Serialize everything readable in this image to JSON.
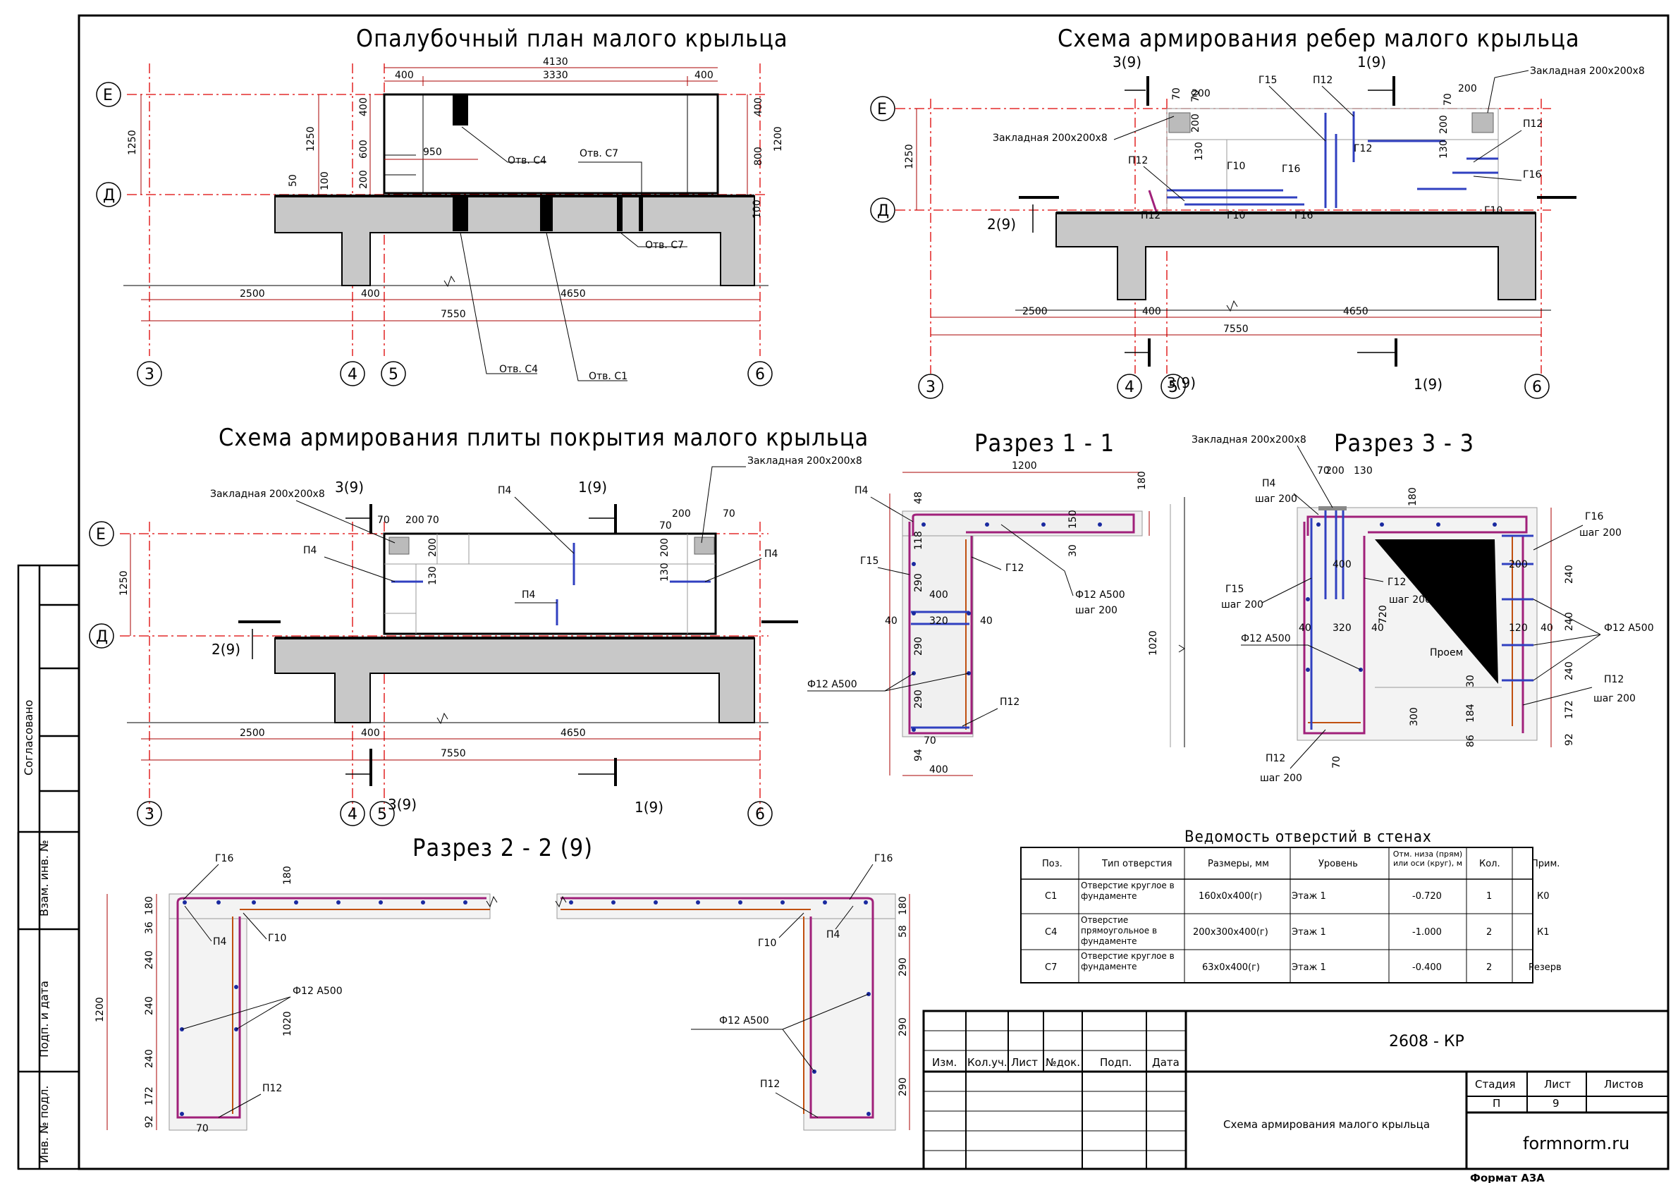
{
  "titles": {
    "t1": "Опалубочный план малого крыльца",
    "t2": "Схема армирования ребер малого крыльца",
    "t3": "Схема армирования плиты покрытия малого крыльца",
    "t4": "Разрез 1 - 1",
    "t5": "Разрез 3 - 3",
    "t6": "Разрез 2 - 2 (9)"
  },
  "axes": {
    "e": "Е",
    "d": "Д",
    "a3": "3",
    "a4": "4",
    "a5": "5",
    "a6": "6"
  },
  "dims": {
    "d4130": "4130",
    "d3330": "3330",
    "d400": "400",
    "d1250": "1250",
    "d1200": "1200",
    "d950": "950",
    "d600": "600",
    "d800": "800",
    "d100": "100",
    "d200": "200",
    "d50": "50",
    "d2500": "2500",
    "d4650": "4650",
    "d7550": "7550",
    "d70": "70",
    "d130": "130",
    "d180": "180",
    "d48": "48",
    "d118": "118",
    "d290": "290",
    "d320": "320",
    "d40": "40",
    "d1020": "1020",
    "d94": "94",
    "d150": "150",
    "d30": "30",
    "d720": "720",
    "d120": "120",
    "d300": "300",
    "d184": "184",
    "d86": "86",
    "d240": "240",
    "d172": "172",
    "d92": "92",
    "d36": "36",
    "d58": "58"
  },
  "labels": {
    "otvC4": "Отв. С4",
    "otvC7": "Отв. С7",
    "otvC1": "Отв. С1",
    "zakl": "Закладная 200х200х8",
    "g15": "Г15",
    "g16": "Г16",
    "g12": "Г12",
    "g10": "Г10",
    "p12": "П12",
    "p4": "П4",
    "cut3": "3(9)",
    "cut1": "1(9)",
    "cut2": "2(9)",
    "rebar": "Ф12 А500",
    "step": "шаг 200",
    "proem": "Проем"
  },
  "table": {
    "title": "Ведомость отверстий в стенах",
    "headers": [
      "Поз.",
      "Тип отверстия",
      "Размеры, мм",
      "Уровень",
      "Отм. низа (прям) или оси (круг), м",
      "Кол.",
      "Прим."
    ],
    "rows": [
      [
        "С1",
        "Отверстие круглое в фундаменте",
        "160х0х400(г)",
        "Этаж 1",
        "-0.720",
        "1",
        "К0"
      ],
      [
        "С4",
        "Отверстие прямоугольное в фундаменте",
        "200х300х400(г)",
        "Этаж 1",
        "-1.000",
        "2",
        "К1"
      ],
      [
        "С7",
        "Отверстие круглое в фундаменте",
        "63х0х400(г)",
        "Этаж 1",
        "-0.400",
        "2",
        "Резерв"
      ]
    ]
  },
  "stamp": {
    "code": "2608 - КР",
    "cols": [
      "Изм.",
      "Кол.уч.",
      "Лист",
      "№док.",
      "Подп.",
      "Дата"
    ],
    "name": "Схема армирования малого крыльца",
    "stage_h": "Стадия",
    "sheet_h": "Лист",
    "sheets_h": "Листов",
    "stage": "П",
    "sheet": "9",
    "site": "formnorm.ru",
    "format": "Формат А3А"
  },
  "side": {
    "s1": "Согласовано",
    "s2": "Взам. инв. №",
    "s3": "Подп. и дата",
    "s4": "Инв. № подл."
  }
}
